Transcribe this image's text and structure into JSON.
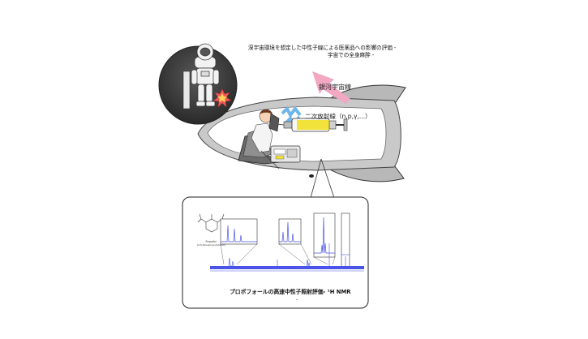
{
  "title_line1": "深宇宙環境を想定した中性子線による医薬品への影響の評価 -",
  "title_line2": "宇宙での全身麻酔 -",
  "labels": {
    "galactic_cosmic_ray": "銀河宇宙線",
    "secondary_radiation": "二次放射線（n,p,γ,...）"
  },
  "molecule": {
    "name": "Propofol",
    "formula_name": "(2,6-Diisopropylphenol)"
  },
  "caption": "プロポフォールの高速中性子照射評価- ¹H NMR",
  "caption_trailing": "-",
  "colors": {
    "spectrum": "#4b54e8",
    "arrow": "#f2a7c3",
    "hull": "#c9c9c9",
    "rocket_fin": "#b8b8b8",
    "syringe_liquid": "#f1e33a",
    "zigzag": "#6fb6ea",
    "starburst": "#f25a5a"
  },
  "icons": [
    "astronaut-icon",
    "patient-bed-icon",
    "syringe-icon",
    "infusion-pump-icon",
    "molecule-icon",
    "starburst-icon",
    "zigzag-radiation-icon"
  ]
}
